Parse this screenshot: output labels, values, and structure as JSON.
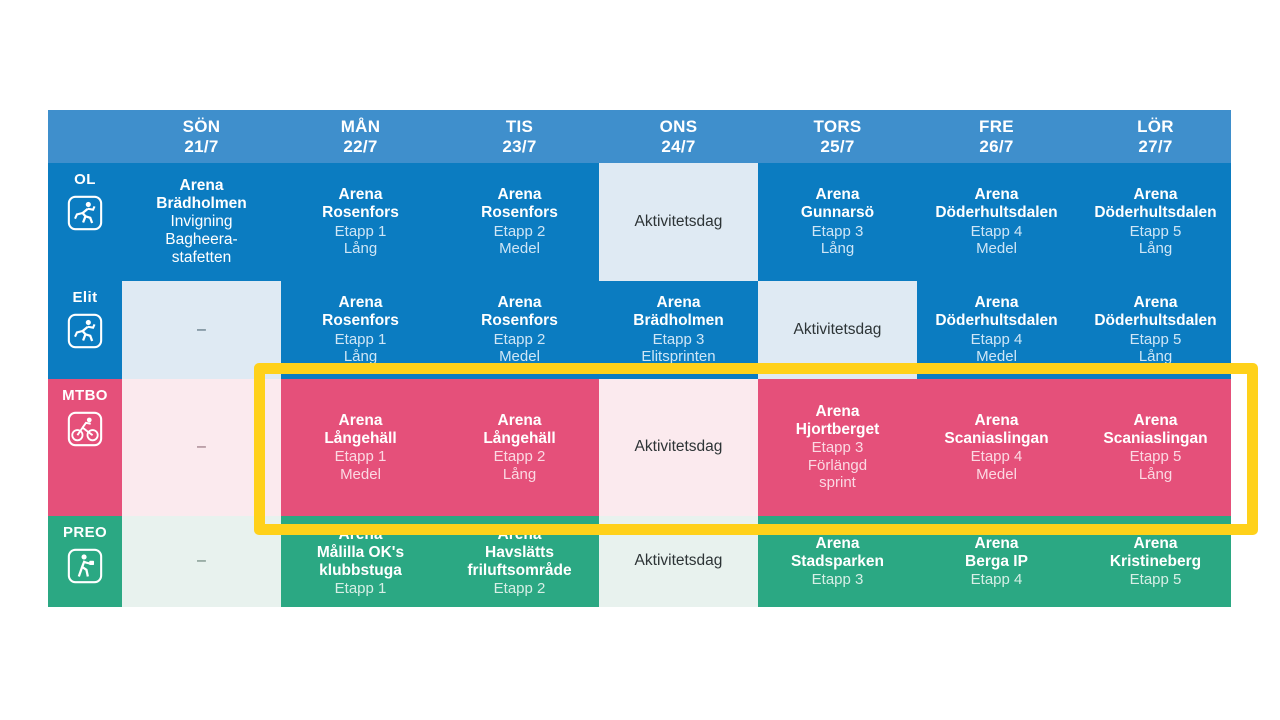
{
  "table": {
    "columns": [
      {
        "day": "SÖN",
        "date": "21/7"
      },
      {
        "day": "MÅN",
        "date": "22/7"
      },
      {
        "day": "TIS",
        "date": "23/7"
      },
      {
        "day": "ONS",
        "date": "24/7"
      },
      {
        "day": "TORS",
        "date": "25/7"
      },
      {
        "day": "FRE",
        "date": "26/7"
      },
      {
        "day": "LÖR",
        "date": "27/7"
      }
    ],
    "rows": [
      {
        "label": "OL",
        "icon": "runner-icon",
        "accent": "#0b7cc1",
        "cells": [
          {
            "venue": "Arena Brädholmen",
            "plain1": "Invigning",
            "plain2": "Bagheera-",
            "plain3": "stafetten"
          },
          {
            "venue": "Arena Rosenfors",
            "stage": "Etapp 1",
            "kind": "Lång"
          },
          {
            "venue": "Arena Rosenfors",
            "stage": "Etapp 2",
            "kind": "Medel"
          },
          {
            "plain1": "Aktivitetsdag"
          },
          {
            "venue": "Arena Gunnarsö",
            "stage": "Etapp 3",
            "kind": "Lång"
          },
          {
            "venue": "Arena Döderhultsdalen",
            "stage": "Etapp 4",
            "kind": "Medel"
          },
          {
            "venue": "Arena Döderhultsdalen",
            "stage": "Etapp 5",
            "kind": "Lång"
          }
        ]
      },
      {
        "label": "Elit",
        "icon": "runner-icon",
        "accent": "#0b7cc1",
        "cells": [
          {
            "dash": "–"
          },
          {
            "venue": "Arena Rosenfors",
            "stage": "Etapp 1",
            "kind": "Lång"
          },
          {
            "venue": "Arena Rosenfors",
            "stage": "Etapp 2",
            "kind": "Medel"
          },
          {
            "venue": "Arena Brädholmen",
            "stage": "Etapp 3",
            "kind": "Elitsprinten"
          },
          {
            "plain1": "Aktivitetsdag"
          },
          {
            "venue": "Arena Döderhultsdalen",
            "stage": "Etapp 4",
            "kind": "Medel"
          },
          {
            "venue": "Arena Döderhultsdalen",
            "stage": "Etapp 5",
            "kind": "Lång"
          }
        ]
      },
      {
        "label": "MTBO",
        "icon": "cyclist-icon",
        "accent": "#e5507a",
        "cells": [
          {
            "dash": "–"
          },
          {
            "venue": "Arena Långehäll",
            "stage": "Etapp 1",
            "kind": "Medel"
          },
          {
            "venue": "Arena Långehäll",
            "stage": "Etapp 2",
            "kind": "Lång"
          },
          {
            "plain1": "Aktivitetsdag"
          },
          {
            "venue": "Arena Hjortberget",
            "stage": "Etapp 3",
            "kind": "Förlängd",
            "kind2": "sprint"
          },
          {
            "venue": "Arena Scaniaslingan",
            "stage": "Etapp 4",
            "kind": "Medel"
          },
          {
            "venue": "Arena Scaniaslingan",
            "stage": "Etapp 5",
            "kind": "Lång"
          }
        ]
      },
      {
        "label": "PREO",
        "icon": "walker-map-icon",
        "accent": "#2ba883",
        "cells": [
          {
            "dash": "–"
          },
          {
            "venue": "Arena",
            "venue2": "Målilla OK's",
            "venue3": "klubbstuga",
            "stage": "Etapp 1"
          },
          {
            "venue": "Arena",
            "venue2": "Havslätts",
            "venue3": "friluftsområde",
            "stage": "Etapp 2"
          },
          {
            "plain1": "Aktivitetsdag"
          },
          {
            "venue": "Arena",
            "venue2": "Stadsparken",
            "stage": "Etapp 3"
          },
          {
            "venue": "Arena",
            "venue2": "Berga IP",
            "stage": "Etapp 4"
          },
          {
            "venue": "Arena",
            "venue2": "Kristineberg",
            "stage": "Etapp 5"
          }
        ]
      }
    ]
  },
  "highlight": {
    "color": "#ffd11a",
    "label": "mtbo-row-highlight"
  },
  "colors": {
    "header_blue": "#3f8fcc",
    "blue": "#0b7cc1",
    "blue_light": "#dfeaf3",
    "pink": "#e5507a",
    "pink_light": "#fbeaee",
    "green": "#2ba883",
    "green_light": "#e8f2ee",
    "yellow": "#ffd11a"
  }
}
